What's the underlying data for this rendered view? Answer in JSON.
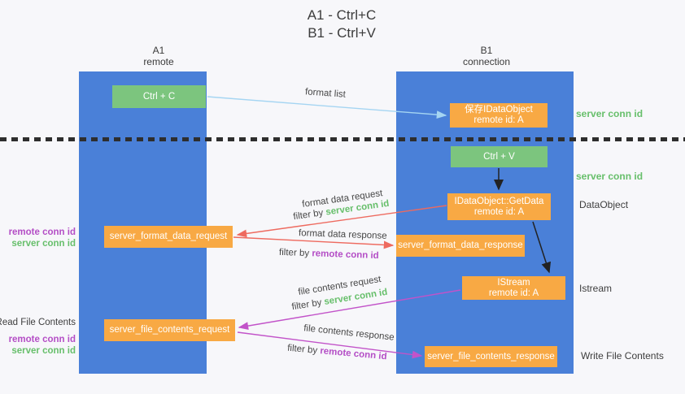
{
  "title": {
    "line1": "A1 - Ctrl+C",
    "line2": "B1 - Ctrl+V"
  },
  "lifelines": {
    "a1": {
      "name": "A1",
      "subtitle": "remote"
    },
    "b1": {
      "name": "B1",
      "subtitle": "connection"
    }
  },
  "nodes": {
    "ctrl_c": {
      "label": "Ctrl + C"
    },
    "ctrl_v": {
      "label": "Ctrl + V"
    },
    "save_dataobject": {
      "line1": "保存IDataObject",
      "line2": "remote id: A"
    },
    "getdata": {
      "line1": "IDataObject::GetData",
      "line2": "remote id: A"
    },
    "istream": {
      "line1": "IStream",
      "line2": "remote id: A"
    },
    "format_request": {
      "label": "server_format_data_request"
    },
    "format_response": {
      "label": "server_format_data_response"
    },
    "file_request": {
      "label": "server_file_contents_request"
    },
    "file_response": {
      "label": "server_file_contents_response"
    }
  },
  "arrow_labels": {
    "format_list": "format list",
    "format_data_request": "format data request",
    "format_data_response": "format data response",
    "file_contents_request": "file contents request",
    "file_contents_response": "file contents response",
    "filter_by": "filter by",
    "server_conn_id": "server conn id",
    "remote_conn_id": "remote conn id"
  },
  "side_labels": {
    "server_conn_id_top": "server conn id",
    "server_conn_id_mid": "server conn id",
    "dataobject": "DataObject",
    "istream": "Istream",
    "read_file_contents": "Read File Contents",
    "write_file_contents": "Write File Contents",
    "remote_conn_id": "remote conn id",
    "server_conn_id": "server conn id"
  },
  "colors": {
    "background": "#f7f7fa",
    "lifeline_blue": "#4a80d8",
    "node_green": "#7cc57e",
    "node_orange": "#f8a944",
    "arrow_blue": "#a5d5f2",
    "arrow_red": "#ee6a5f",
    "arrow_magenta": "#c253c9",
    "arrow_black": "#222222",
    "text_green": "#67bf6b",
    "text_purple": "#b44ec6",
    "separator_black": "#2e2e2e"
  }
}
